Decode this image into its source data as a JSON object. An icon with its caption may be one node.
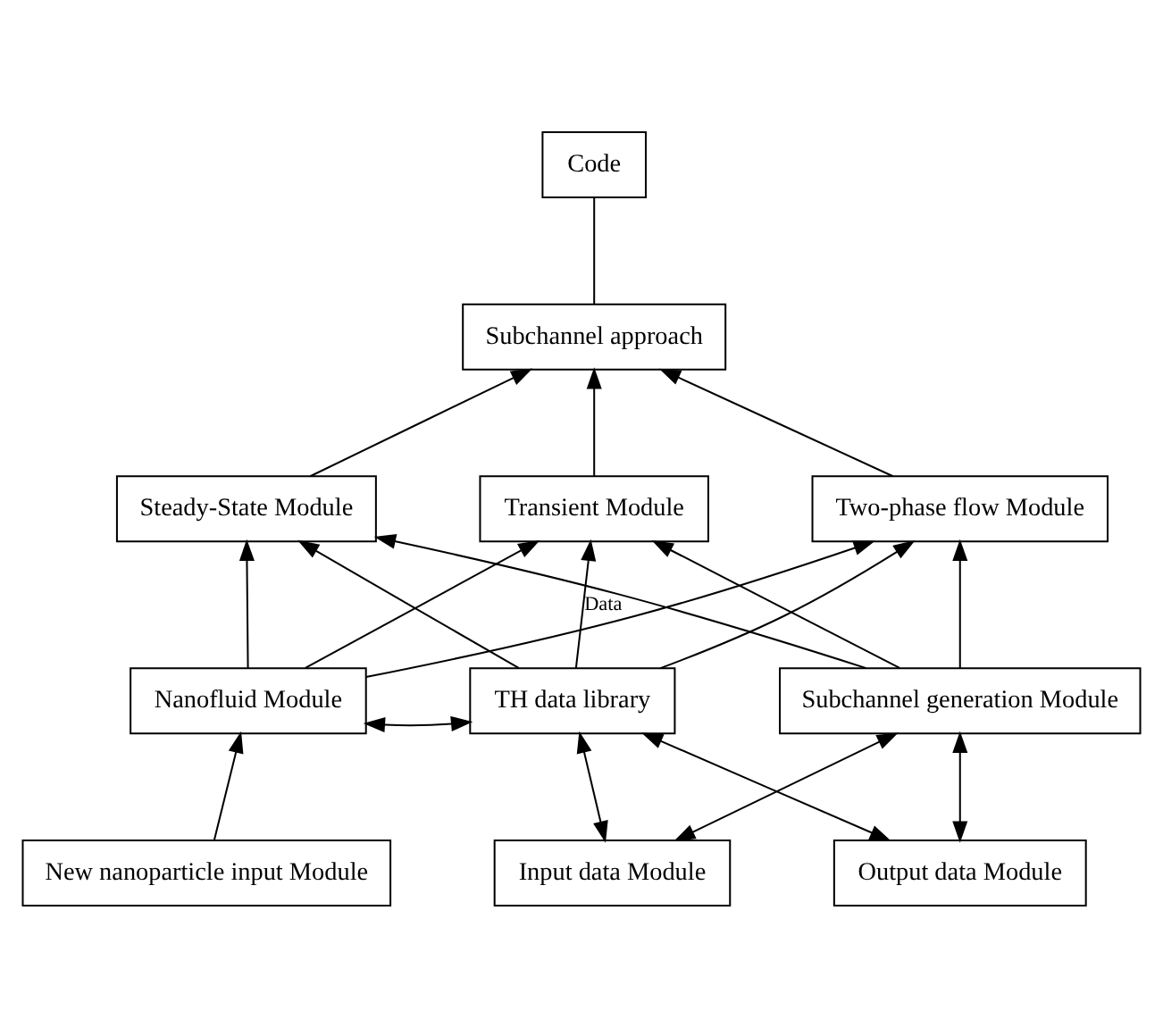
{
  "diagram": {
    "nodes": [
      {
        "text": [
          "Code"
        ]
      },
      {
        "text": [
          "Subchannel approach"
        ]
      },
      {
        "text": [
          "Steady-State Module"
        ]
      },
      {
        "text": [
          "Transient Module"
        ]
      },
      {
        "text": [
          "Two-phase flow Module"
        ]
      },
      {
        "text": [
          "Nanofluid Module"
        ]
      },
      {
        "text": [
          "TH data library"
        ]
      },
      {
        "text": [
          "Subchannel generation Module"
        ]
      },
      {
        "text": [
          "New nanoparticle input Module"
        ]
      },
      {
        "text": [
          "Input data Module"
        ]
      },
      {
        "text": [
          "Output data Module"
        ]
      }
    ],
    "edges": [
      {
        "from": 1,
        "to": 0,
        "arrow": "none"
      },
      {
        "from": 2,
        "to": 1,
        "arrow": "to"
      },
      {
        "from": 3,
        "to": 1,
        "arrow": "to"
      },
      {
        "from": 4,
        "to": 1,
        "arrow": "to"
      },
      {
        "from": 5,
        "to": 2,
        "arrow": "to"
      },
      {
        "from": 5,
        "to": 3,
        "arrow": "to"
      },
      {
        "from": 5,
        "to": 4,
        "arrow": "to"
      },
      {
        "from": 6,
        "to": 2,
        "arrow": "to"
      },
      {
        "from": 6,
        "to": 3,
        "arrow": "to",
        "label": "Data"
      },
      {
        "from": 6,
        "to": 4,
        "arrow": "to"
      },
      {
        "from": 7,
        "to": 2,
        "arrow": "to"
      },
      {
        "from": 7,
        "to": 3,
        "arrow": "to"
      },
      {
        "from": 7,
        "to": 4,
        "arrow": "to"
      },
      {
        "from": 5,
        "to": 6,
        "arrow": "both"
      },
      {
        "from": 8,
        "to": 5,
        "arrow": "to"
      },
      {
        "from": 9,
        "to": 6,
        "arrow": "both"
      },
      {
        "from": 9,
        "to": 7,
        "arrow": "both"
      },
      {
        "from": 10,
        "to": 6,
        "arrow": "both"
      },
      {
        "from": 10,
        "to": 7,
        "arrow": "both"
      }
    ]
  }
}
